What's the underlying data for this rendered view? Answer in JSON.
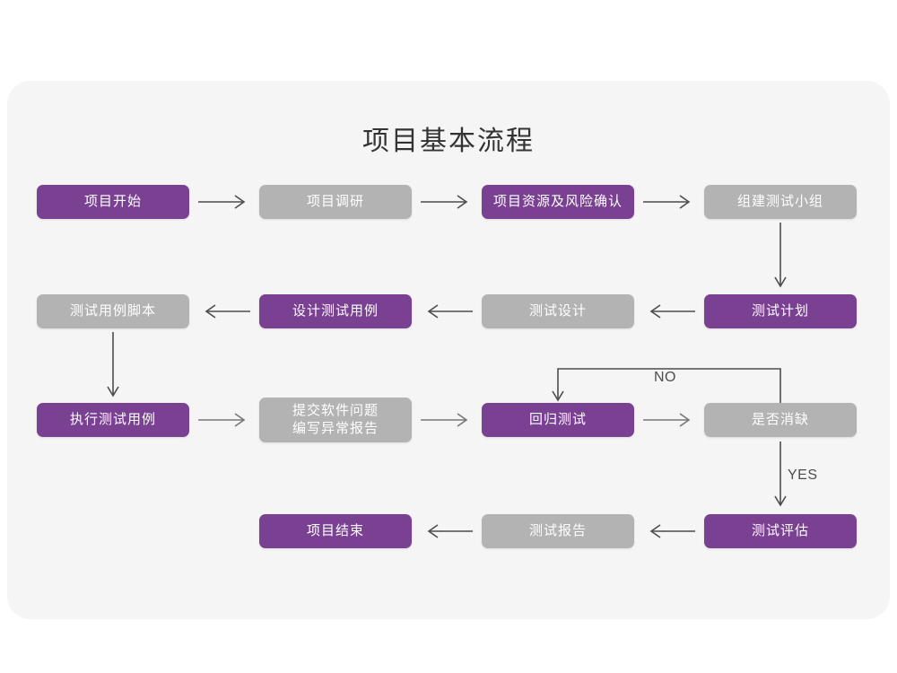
{
  "page": {
    "background": "#ffffff",
    "card_background": "#f5f5f5",
    "title": "项目基本流程"
  },
  "colors": {
    "purple": "#7a4193",
    "gray": "#b3b3b3",
    "text_on_node": "#ffffff",
    "title_text": "#333333",
    "connector": "#4d4d4d"
  },
  "nodes": [
    {
      "id": "n1",
      "label": "项目开始",
      "style": "purple",
      "row": 1,
      "col": 1
    },
    {
      "id": "n2",
      "label": "项目调研",
      "style": "gray",
      "row": 1,
      "col": 2
    },
    {
      "id": "n3",
      "label": "项目资源及风险确认",
      "style": "purple",
      "row": 1,
      "col": 3
    },
    {
      "id": "n4",
      "label": "组建测试小组",
      "style": "gray",
      "row": 1,
      "col": 4
    },
    {
      "id": "n5",
      "label": "测试用例脚本",
      "style": "gray",
      "row": 2,
      "col": 1
    },
    {
      "id": "n6",
      "label": "设计测试用例",
      "style": "purple",
      "row": 2,
      "col": 2
    },
    {
      "id": "n7",
      "label": "测试设计",
      "style": "gray",
      "row": 2,
      "col": 3
    },
    {
      "id": "n8",
      "label": "测试计划",
      "style": "purple",
      "row": 2,
      "col": 4
    },
    {
      "id": "n9",
      "label": "执行测试用例",
      "style": "purple",
      "row": 3,
      "col": 1
    },
    {
      "id": "n10",
      "label": "提交软件问题\n编写异常报告",
      "style": "gray",
      "row": 3,
      "col": 2
    },
    {
      "id": "n11",
      "label": "回归测试",
      "style": "purple",
      "row": 3,
      "col": 3
    },
    {
      "id": "n12",
      "label": "是否消缺",
      "style": "gray",
      "row": 3,
      "col": 4
    },
    {
      "id": "n13",
      "label": "项目结束",
      "style": "purple",
      "row": 4,
      "col": 2
    },
    {
      "id": "n14",
      "label": "测试报告",
      "style": "gray",
      "row": 4,
      "col": 3
    },
    {
      "id": "n15",
      "label": "测试评估",
      "style": "purple",
      "row": 4,
      "col": 4
    }
  ],
  "edge_labels": {
    "no": "NO",
    "yes": "YES"
  }
}
